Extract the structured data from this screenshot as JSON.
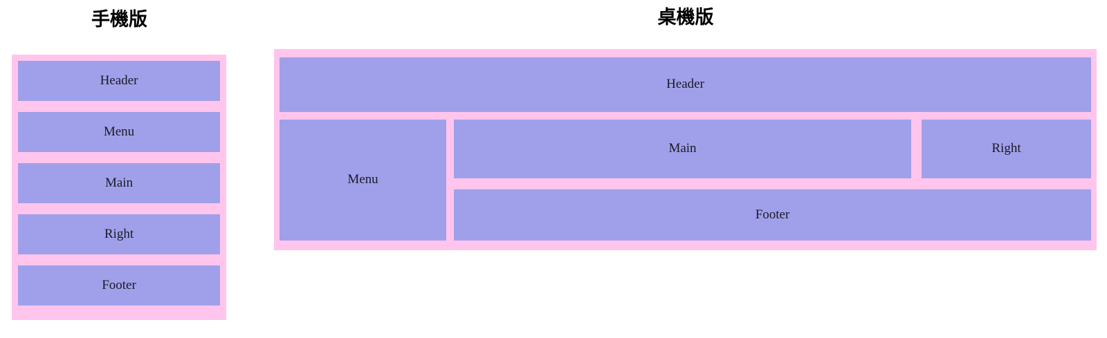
{
  "page": {
    "background_color": "#ffffff",
    "block_fill_color": "#a0a0ea",
    "frame_fill_color": "#ffc5ec",
    "text_color": "#1a1a26"
  },
  "mobile": {
    "title": "手機版",
    "blocks": [
      {
        "label": "Header"
      },
      {
        "label": "Menu"
      },
      {
        "label": "Main"
      },
      {
        "label": "Right"
      },
      {
        "label": "Footer"
      }
    ]
  },
  "desktop": {
    "title": "桌機版",
    "blocks": [
      {
        "label": "Header"
      },
      {
        "label": "Menu"
      },
      {
        "label": "Main"
      },
      {
        "label": "Right"
      },
      {
        "label": "Footer"
      }
    ]
  }
}
